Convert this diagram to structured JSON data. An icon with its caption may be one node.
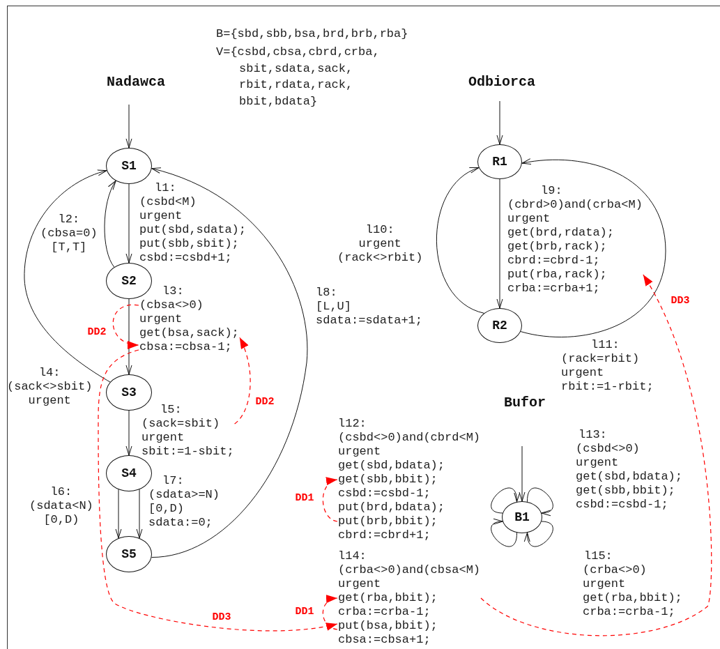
{
  "diagram": {
    "nodes": [
      {
        "text": [
          "S1"
        ]
      },
      {
        "text": [
          "S2"
        ]
      },
      {
        "text": [
          "S3"
        ]
      },
      {
        "text": [
          "S4"
        ]
      },
      {
        "text": [
          "S5"
        ]
      },
      {
        "text": [
          "R1"
        ]
      },
      {
        "text": [
          "R2"
        ]
      },
      {
        "text": [
          "B1"
        ]
      },
      {
        "text": [
          "l1:",
          "(csbd<M)",
          "urgent",
          "put(sbd,sdata);",
          "put(sbb,sbit);",
          "csbd:=csbd+1;"
        ]
      },
      {
        "text": [
          "l2:",
          "(cbsa=0)",
          "[T,T]"
        ]
      },
      {
        "text": [
          "l3:",
          "(cbsa<>0)",
          "urgent",
          "get(bsa,sack);",
          "cbsa:=cbsa-1;"
        ]
      },
      {
        "text": [
          "l4:",
          "(sack<>sbit)",
          "urgent"
        ]
      },
      {
        "text": [
          "l5:",
          "(sack=sbit)",
          "urgent",
          "sbit:=1-sbit;"
        ]
      },
      {
        "text": [
          "l6:",
          "(sdata<N)",
          "[0,D)"
        ]
      },
      {
        "text": [
          "l7:",
          "(sdata>=N)",
          "[0,D)",
          "sdata:=0;"
        ]
      },
      {
        "text": [
          "l8:",
          "[L,U]",
          "sdata:=sdata+1;"
        ]
      },
      {
        "text": [
          "l9:",
          "(cbrd>0)and(crba<M)",
          "urgent",
          "get(brd,rdata);",
          "get(brb,rack);",
          "cbrd:=cbrd-1;",
          "put(rba,rack);",
          "crba:=crba+1;"
        ]
      },
      {
        "text": [
          "l10:",
          "urgent",
          "(rack<>rbit)"
        ]
      },
      {
        "text": [
          "l11:",
          "(rack=rbit)",
          "urgent",
          "rbit:=1-rbit;"
        ]
      },
      {
        "text": [
          "l12:",
          "(csbd<>0)and(cbrd<M)",
          "urgent",
          "get(sbd,bdata);",
          "get(sbb,bbit);",
          "csbd:=csbd-1;",
          "put(brd,bdata);",
          "put(brb,bbit);",
          "cbrd:=cbrd+1;"
        ]
      },
      {
        "text": [
          "l13:",
          "(csbd<>0)",
          "urgent",
          "get(sbd,bdata);",
          "get(sbb,bbit);",
          "csbd:=csbd-1;"
        ]
      },
      {
        "text": [
          "l14:",
          "(crba<>0)and(cbsa<M)",
          "urgent",
          "get(rba,bbit);",
          "crba:=crba-1;",
          "put(bsa,bbit);",
          "cbsa:=cbsa+1;"
        ]
      },
      {
        "text": [
          "l15:",
          "(crba<>0)",
          "urgent",
          "get(rba,bbit);",
          "crba:=crba-1;"
        ]
      }
    ],
    "edges": [
      {
        "from": null,
        "to": 0,
        "arrow": "to"
      },
      {
        "from": 0,
        "to": 1,
        "arrow": "to"
      },
      {
        "from": 1,
        "to": 0,
        "arrow": "to"
      },
      {
        "from": 1,
        "to": 2,
        "arrow": "to"
      },
      {
        "from": 2,
        "to": 0,
        "arrow": "to"
      },
      {
        "from": 2,
        "to": 3,
        "arrow": "to"
      },
      {
        "from": 3,
        "to": 4,
        "arrow": "to"
      },
      {
        "from": 3,
        "to": 4,
        "arrow": "to"
      },
      {
        "from": 4,
        "to": 0,
        "arrow": "to"
      },
      {
        "from": null,
        "to": 5,
        "arrow": "to"
      },
      {
        "from": 5,
        "to": 6,
        "arrow": "to"
      },
      {
        "from": 6,
        "to": 5,
        "arrow": "to"
      },
      {
        "from": 6,
        "to": 5,
        "arrow": "to"
      },
      {
        "from": null,
        "to": 7,
        "arrow": "to"
      },
      {
        "from": 7,
        "to": 7,
        "arrow": "to"
      },
      {
        "from": 7,
        "to": 7,
        "arrow": "to"
      },
      {
        "from": 7,
        "to": 7,
        "arrow": "to"
      },
      {
        "from": 7,
        "to": 7,
        "arrow": "to"
      },
      {
        "from": 10,
        "to": 10,
        "arrow": "to",
        "label": "DD2",
        "style": "dashed",
        "color": "#ff0000"
      },
      {
        "from": 12,
        "to": 10,
        "arrow": "to",
        "label": "DD2",
        "style": "dashed",
        "color": "#ff0000"
      },
      {
        "from": 10,
        "to": 21,
        "arrow": "to",
        "label": "DD3",
        "style": "dashed",
        "color": "#ff0000"
      },
      {
        "from": 19,
        "to": 19,
        "arrow": "to",
        "label": "DD1",
        "style": "dashed",
        "color": "#ff0000"
      },
      {
        "from": 21,
        "to": 21,
        "arrow": "to",
        "label": "DD1",
        "style": "dashed",
        "color": "#ff0000"
      },
      {
        "from": 21,
        "to": 16,
        "arrow": "to",
        "label": "DD3",
        "style": "dashed",
        "color": "#ff0000"
      }
    ],
    "labels": [
      "B={sbd,sbb,bsa,brd,brb,rba}",
      "V={csbd,cbsa,cbrd,crba, sbit,sdata,sack, rbit,rdata,rack, bbit,bdata}",
      "Nadawca",
      "Odbiorca",
      "Bufor"
    ]
  }
}
